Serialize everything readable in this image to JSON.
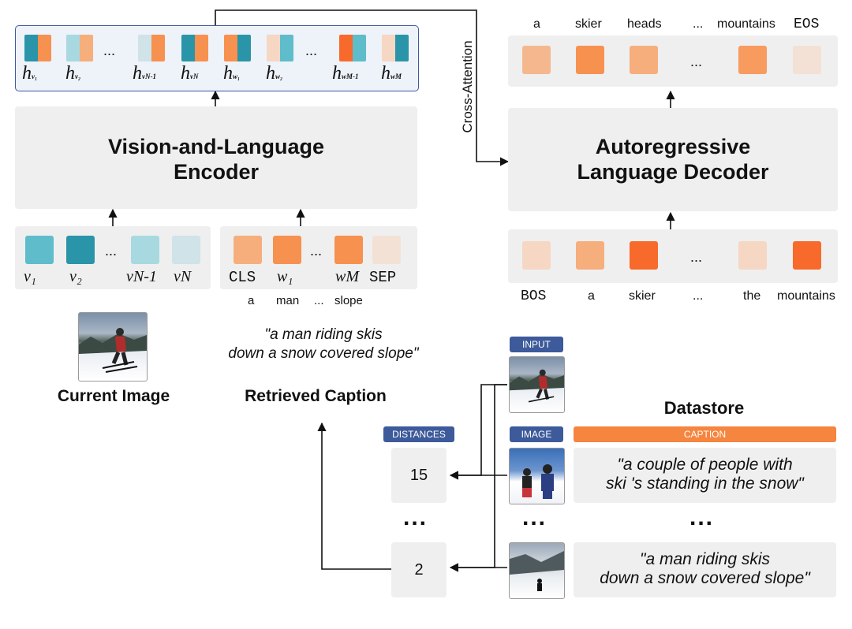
{
  "colors": {
    "panel": "#efefef",
    "teal_dark": "#2a95a8",
    "teal_mid": "#5fbccb",
    "teal_light": "#a8d9e1",
    "teal_pale": "#cfe3e8",
    "orange_dark": "#f86a2b",
    "orange_mid": "#f7914f",
    "orange_light": "#f6ae7d",
    "orange_pale": "#f6d7c3",
    "orange_pale2": "#f4e1d5",
    "tag_blue": "#3d5a9a",
    "tag_orange": "#f5853f"
  },
  "encoder": {
    "title_line1": "Vision-and-Language",
    "title_line2": "Encoder",
    "hidden_labels": {
      "h": "h",
      "v1": "v₁",
      "v2": "v₂",
      "vN1": "vN-1",
      "vN": "vN",
      "w1": "w₁",
      "w2": "w₂",
      "wM1": "wM-1",
      "wM": "wM"
    },
    "ellipsis": "..."
  },
  "visual_inputs": {
    "labels": [
      "v₁",
      "v₂",
      "vN-1",
      "vN"
    ],
    "ellipsis": "..."
  },
  "text_inputs": {
    "labels": [
      "CLS",
      "w₁",
      "wM",
      "SEP"
    ],
    "words": [
      "a",
      "man",
      "...",
      "slope"
    ],
    "ellipsis": "..."
  },
  "cross_attention": "Cross-Attention",
  "decoder": {
    "title_line1": "Autoregressive",
    "title_line2": "Language Decoder",
    "output_words": [
      "a",
      "skier",
      "heads",
      "...",
      "mountains",
      "EOS"
    ],
    "input_words": [
      "BOS",
      "a",
      "skier",
      "...",
      "the",
      "mountains"
    ],
    "ellipsis": "..."
  },
  "current_image_label": "Current Image",
  "retrieved_caption_quote_line1": "\"a man riding skis",
  "retrieved_caption_quote_line2": "down a snow covered slope\"",
  "retrieved_caption_label": "Retrieved Caption",
  "datastore": {
    "title": "Datastore",
    "input_tag": "INPUT",
    "distances_tag": "DISTANCES",
    "image_tag": "IMAGE",
    "caption_tag": "CAPTION",
    "rows": [
      {
        "distance": "15",
        "caption_line1": "\"a couple of people with",
        "caption_line2": "ski 's standing in the snow\""
      },
      {
        "distance": "2",
        "caption_line1": "\"a man riding skis",
        "caption_line2": "down a snow covered slope\""
      }
    ],
    "dots": "..."
  }
}
